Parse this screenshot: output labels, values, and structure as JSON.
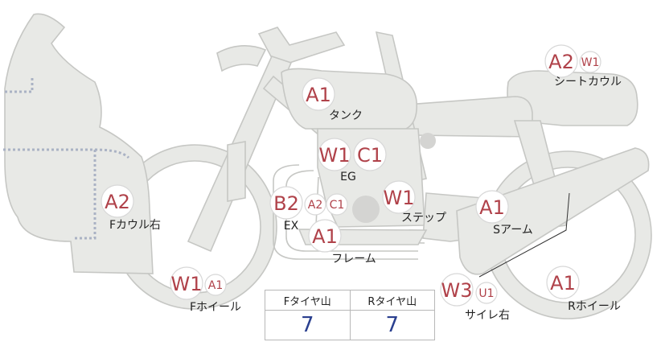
{
  "parts": {
    "tank": {
      "label": "タンク",
      "codes": [
        "A1"
      ]
    },
    "engine": {
      "label": "EG",
      "codes": [
        "W1",
        "C1"
      ]
    },
    "exhaust": {
      "label": "EX",
      "codes": [
        "B2",
        "A2",
        "C1"
      ]
    },
    "frame": {
      "label": "フレーム",
      "codes": [
        "A1"
      ]
    },
    "step": {
      "label": "ステップ",
      "codes": [
        "W1"
      ]
    },
    "seat_cowl": {
      "label": "シートカウル",
      "codes": [
        "A2",
        "W1"
      ]
    },
    "swing_arm": {
      "label": "Sアーム",
      "codes": [
        "A1"
      ]
    },
    "front_cowl": {
      "label": "Fカウル右",
      "codes": [
        "A2"
      ]
    },
    "front_wheel": {
      "label": "Fホイール",
      "codes": [
        "W1",
        "A1"
      ]
    },
    "rear_wheel": {
      "label": "Rホイール",
      "codes": [
        "A1"
      ]
    },
    "muffler": {
      "label": "サイレ右",
      "codes": [
        "W3",
        "U1"
      ]
    }
  },
  "tread_table": {
    "headers": [
      "Fタイヤ山",
      "Rタイヤ山"
    ],
    "values": [
      "7",
      "7"
    ]
  },
  "colors": {
    "code": "#b0424a",
    "tread_value": "#2a3f8f",
    "bike_fill": "#e8e9e6",
    "bike_outline": "#c6c7c4",
    "cowl_dots": "#aab2c4"
  }
}
